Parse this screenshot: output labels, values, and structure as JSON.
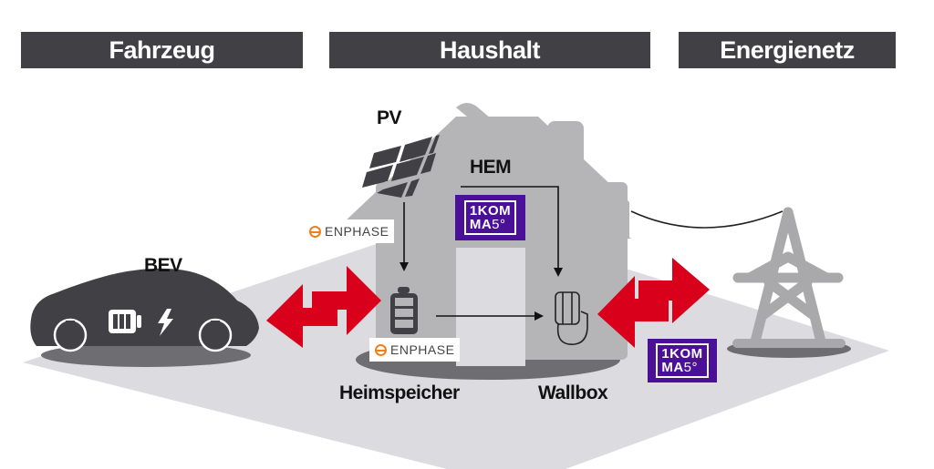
{
  "headers": {
    "vehicle": "Fahrzeug",
    "household": "Haushalt",
    "grid": "Energienetz"
  },
  "labels": {
    "pv": "PV",
    "hem": "HEM",
    "bev": "BEV",
    "storage": "Heimspeicher",
    "wallbox": "Wallbox"
  },
  "brands": {
    "enphase": "ENPHASE",
    "komma_line1_bold": "1KOM",
    "komma_line2_bold": "MA",
    "komma_line2_thin": "5°"
  },
  "icons": {
    "car": "car-icon",
    "battery": "battery-icon",
    "lightning": "lightning-icon",
    "solar": "solar-panel-icon",
    "house": "house-icon",
    "wallbox": "wallbox-icon",
    "pylon": "power-pylon-icon",
    "bidirectional": "bidirectional-arrow-icon"
  },
  "colors": {
    "header_bg": "#414044",
    "arrow_red": "#d9001b",
    "komma_purple": "#4b1098",
    "enphase_orange": "#f07f1c",
    "house_gray": "#b5b5b8",
    "floor_gray": "#dcdbe0"
  }
}
